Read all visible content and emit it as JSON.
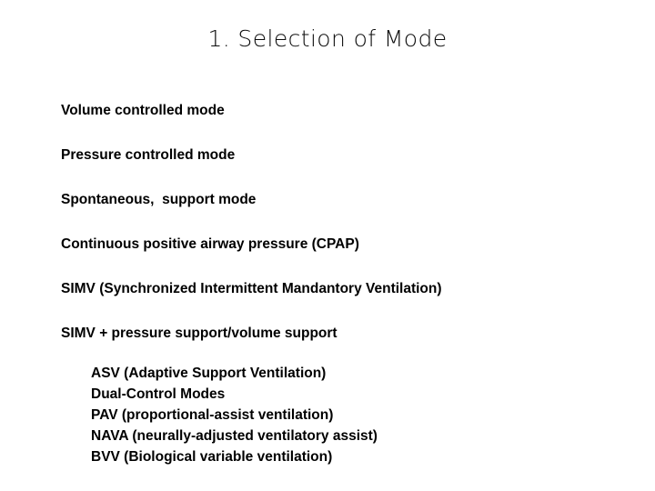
{
  "slide": {
    "title": "1. Selection of Mode",
    "background_color": "#ffffff",
    "text_color": "#000000",
    "main_items": [
      {
        "text": "Volume controlled mode"
      },
      {
        "text": "Pressure controlled mode"
      },
      {
        "text": "Spontaneous,  support mode"
      },
      {
        "text": "Continuous positive airway pressure (CPAP)"
      },
      {
        "text": "SIMV (Synchronized Intermittent Mandantory Ventilation)"
      },
      {
        "text": "SIMV + pressure support/volume support"
      }
    ],
    "sub_items": [
      {
        "text": "ASV (Adaptive Support Ventilation)"
      },
      {
        "text": "Dual-Control Modes"
      },
      {
        "text": "PAV (proportional-assist ventilation)"
      },
      {
        "text": "NAVA (neurally-adjusted ventilatory assist)"
      },
      {
        "text": "BVV (Biological variable ventilation)"
      }
    ]
  }
}
